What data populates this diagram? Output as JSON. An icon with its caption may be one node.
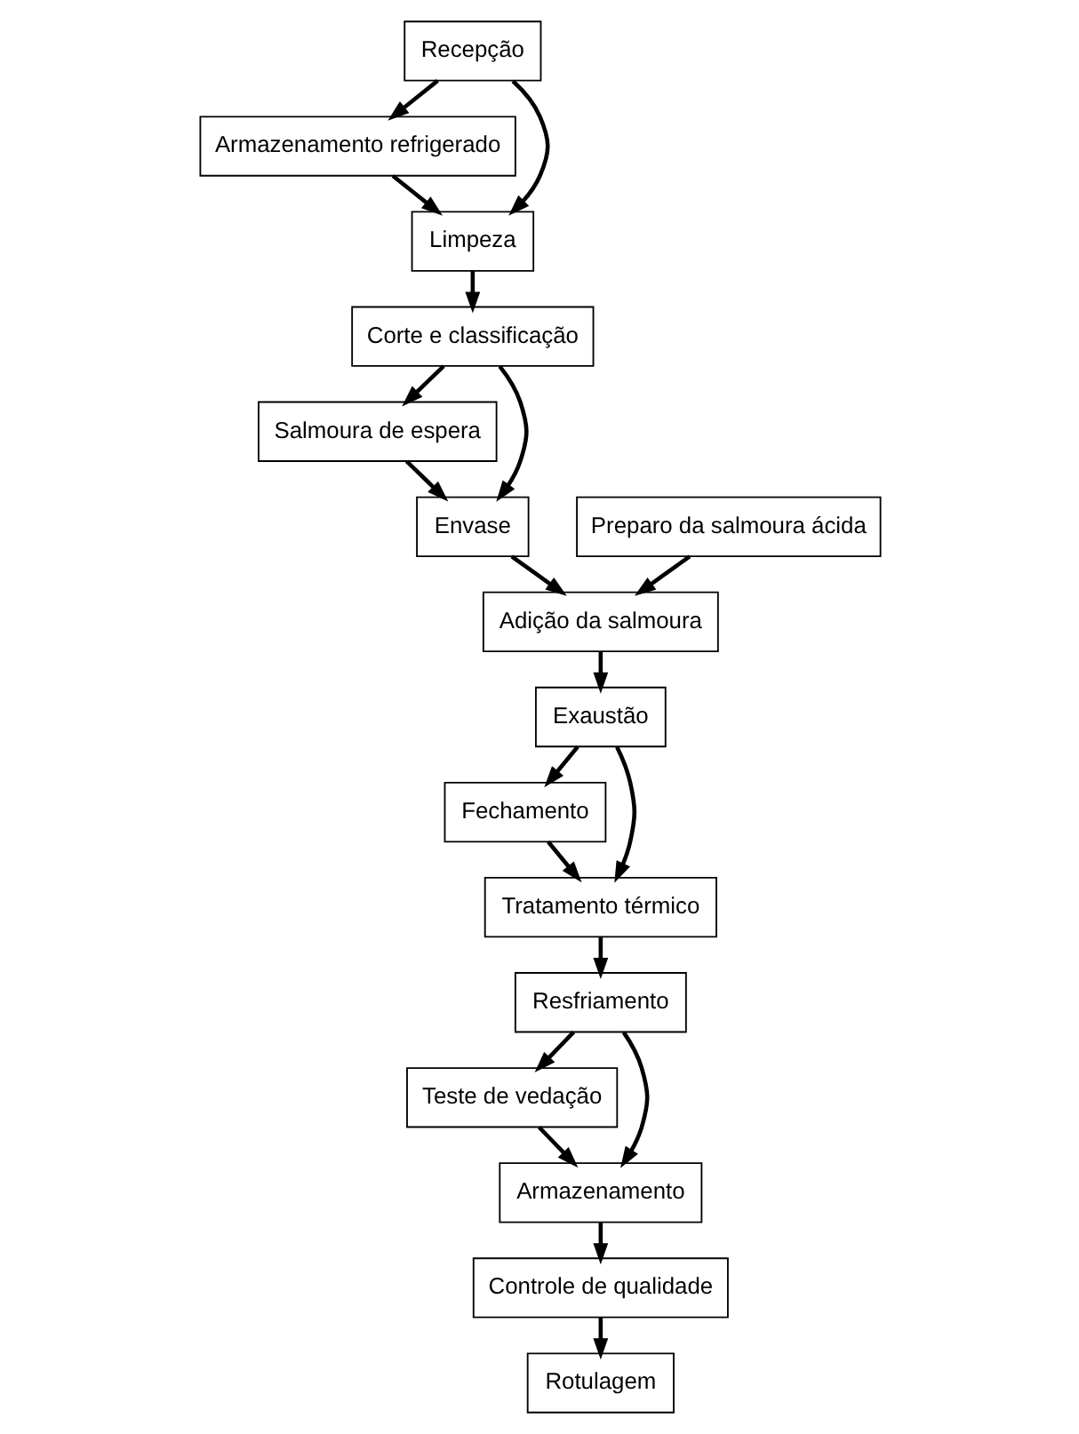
{
  "diagram": {
    "nodes": [
      {
        "text": [
          "Recepção"
        ]
      },
      {
        "text": [
          "Armazenamento refrigerado"
        ]
      },
      {
        "text": [
          "Limpeza"
        ]
      },
      {
        "text": [
          "Corte e classificação"
        ]
      },
      {
        "text": [
          "Salmoura de espera"
        ]
      },
      {
        "text": [
          "Preparo da salmoura ácida"
        ]
      },
      {
        "text": [
          "Envase"
        ]
      },
      {
        "text": [
          "Adição da salmoura"
        ]
      },
      {
        "text": [
          "Exaustão"
        ]
      },
      {
        "text": [
          "Fechamento"
        ]
      },
      {
        "text": [
          "Tratamento térmico"
        ]
      },
      {
        "text": [
          "Resfriamento"
        ]
      },
      {
        "text": [
          "Teste de vedação"
        ]
      },
      {
        "text": [
          "Armazenamento"
        ]
      },
      {
        "text": [
          "Controle de qualidade"
        ]
      },
      {
        "text": [
          "Rotulagem"
        ]
      }
    ],
    "edges": [
      {
        "from": 0,
        "to": 1,
        "arrow": "to"
      },
      {
        "from": 0,
        "to": 2,
        "arrow": "to"
      },
      {
        "from": 1,
        "to": 2,
        "arrow": "to"
      },
      {
        "from": 2,
        "to": 3,
        "arrow": "to"
      },
      {
        "from": 3,
        "to": 4,
        "arrow": "to"
      },
      {
        "from": 3,
        "to": 6,
        "arrow": "to"
      },
      {
        "from": 4,
        "to": 6,
        "arrow": "to"
      },
      {
        "from": 6,
        "to": 7,
        "arrow": "to"
      },
      {
        "from": 5,
        "to": 7,
        "arrow": "to"
      },
      {
        "from": 7,
        "to": 8,
        "arrow": "to"
      },
      {
        "from": 8,
        "to": 9,
        "arrow": "to"
      },
      {
        "from": 8,
        "to": 10,
        "arrow": "to"
      },
      {
        "from": 9,
        "to": 10,
        "arrow": "to"
      },
      {
        "from": 10,
        "to": 11,
        "arrow": "to"
      },
      {
        "from": 11,
        "to": 12,
        "arrow": "to"
      },
      {
        "from": 11,
        "to": 13,
        "arrow": "to"
      },
      {
        "from": 12,
        "to": 13,
        "arrow": "to"
      },
      {
        "from": 13,
        "to": 14,
        "arrow": "to"
      },
      {
        "from": 14,
        "to": 15,
        "arrow": "to"
      }
    ]
  }
}
